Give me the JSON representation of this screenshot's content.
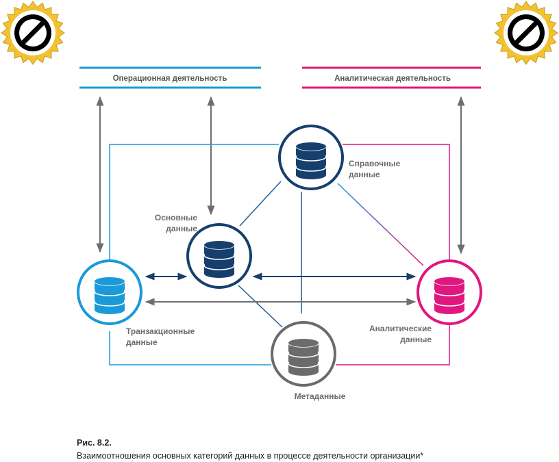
{
  "header_left": "Операционная деятельность",
  "header_right": "Аналитическая деятельность",
  "nodes": {
    "reference": [
      "Справочные",
      "данные"
    ],
    "master": [
      "Основные",
      "данные"
    ],
    "transactional": [
      "Транзакционные",
      "данные"
    ],
    "analytical": [
      "Аналитические",
      "данные"
    ],
    "metadata": [
      "Метаданные"
    ]
  },
  "caption": {
    "figure": "Рис. 8.2.",
    "text": "Взаимоотношения основных категорий данных в процессе деятельности организации*"
  },
  "colors": {
    "operational_blue": "#1a9ad8",
    "analytical_magenta": "#e0177e",
    "navy": "#173f6e",
    "gray": "#6b6b6b",
    "arrow_gray": "#6e6e6e",
    "badge_yellow": "#f2c230"
  },
  "icons": [
    "no-entry-badge-icon",
    "database-icon"
  ]
}
